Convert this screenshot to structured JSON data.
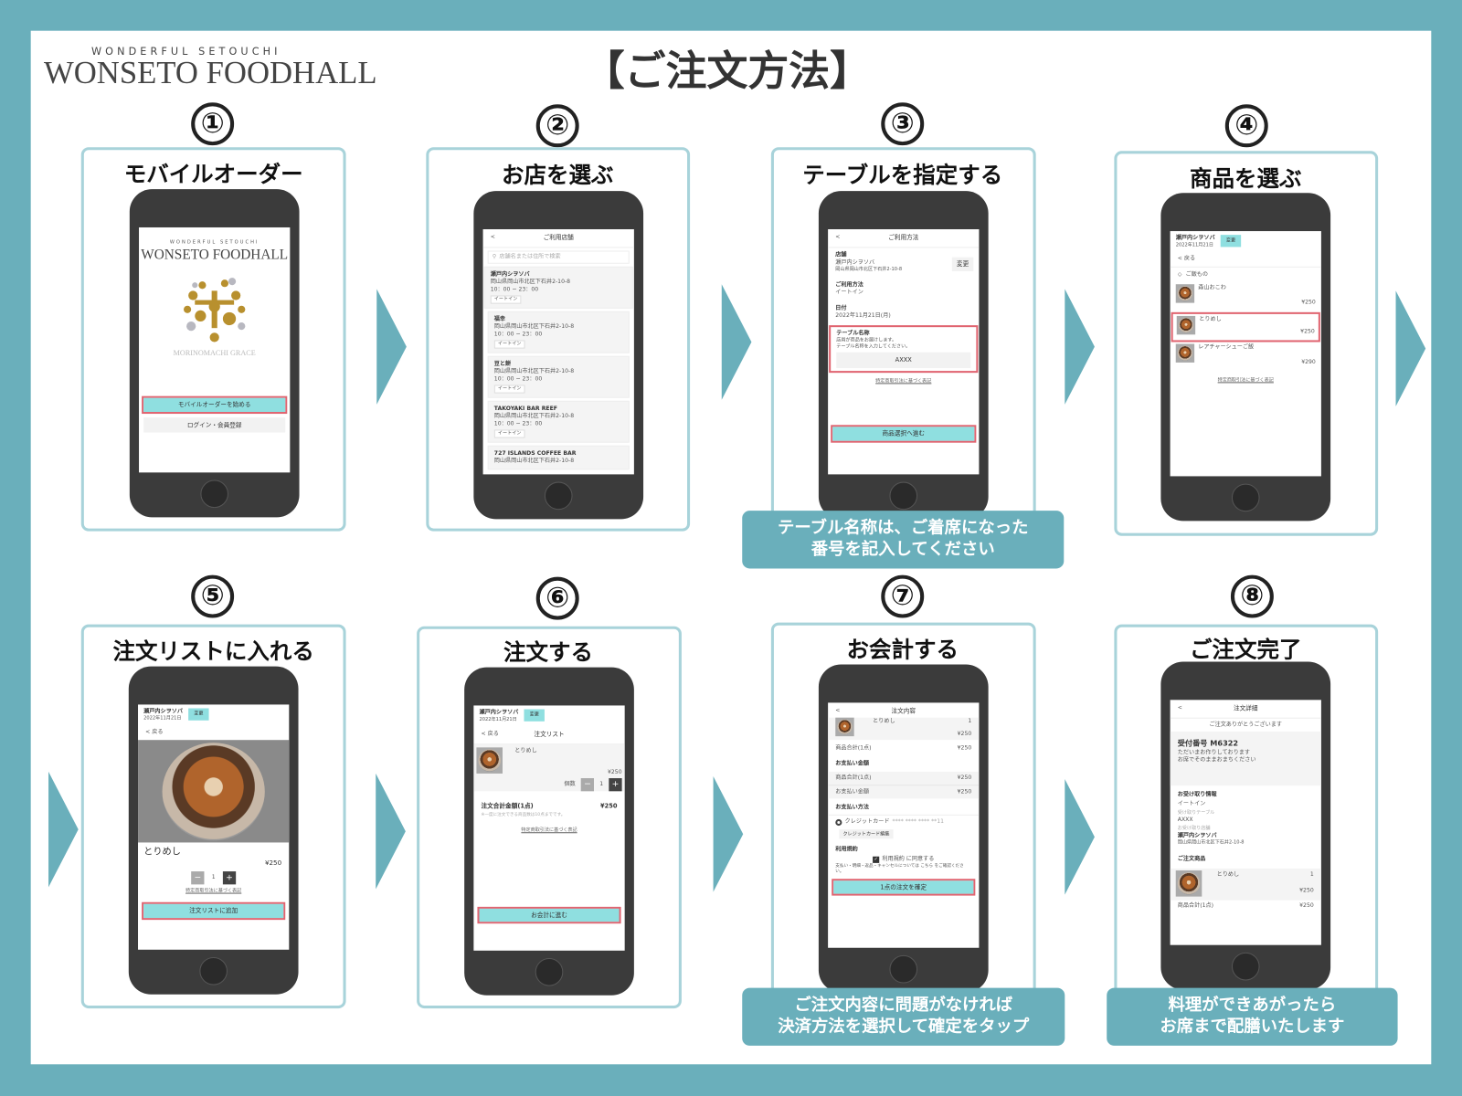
{
  "header": {
    "logo_sub": "WONDERFUL SETOUCHI",
    "logo_main": "WONSETO FOODHALL",
    "title": "【ご注文方法】"
  },
  "colors": {
    "frame": "#6aafbb",
    "card_border": "#a8d3da",
    "highlight": "#e06470",
    "button": "#8fdfe0",
    "phone": "#3b3b3b"
  },
  "steps": [
    {
      "number": "①",
      "title": "モバイルオーダー"
    },
    {
      "number": "②",
      "title": "お店を選ぶ"
    },
    {
      "number": "③",
      "title": "テーブルを指定する"
    },
    {
      "number": "④",
      "title": "商品を選ぶ"
    },
    {
      "number": "⑤",
      "title": "注文リストに入れる"
    },
    {
      "number": "⑥",
      "title": "注文する"
    },
    {
      "number": "⑦",
      "title": "お会計する"
    },
    {
      "number": "⑧",
      "title": "ご注文完了"
    }
  ],
  "callouts": {
    "step3": [
      "テーブル名称は、ご着席になった",
      "番号を記入してください"
    ],
    "step7": [
      "ご注文内容に問題がなければ",
      "決済方法を選択して確定をタップ"
    ],
    "step8": [
      "料理ができあがったら",
      "お席まで配膳いたします"
    ]
  },
  "common": {
    "shop": "瀬戸内シヲソバ",
    "date": "2022年11月21日",
    "change": "変更",
    "back": "< 戻る",
    "back_icon": "<",
    "legal": "特定商取引法に基づく表記",
    "address": "岡山県岡山市北区下石井2-10-8",
    "hours": "10：00 ~ 23：00",
    "eat_in": "イートイン",
    "item": "とりめし",
    "price": "¥250",
    "qty": "1",
    "minus": "−",
    "plus": "+"
  },
  "screen1": {
    "logo_sub": "WONDERFUL SETOUCHI",
    "logo_main": "WONSETO FOODHALL",
    "brand": "MORINOMACHI GRACE",
    "start": "モバイルオーダーを始める",
    "login": "ログイン・会員登録"
  },
  "screen2": {
    "title": "ご利用店舗",
    "search_placeholder": "店舗名または住所で検索",
    "stores": [
      "瀬戸内シヲソバ",
      "福幸",
      "豆と餅",
      "TAKOYAKI BAR REEF",
      "727 ISLANDS COFFEE BAR"
    ]
  },
  "screen3": {
    "title": "ご利用方法",
    "store_label": "店舗",
    "method_label": "ご利用方法",
    "date_label": "日付",
    "date": "2022年11月21日(月)",
    "table_label": "テーブル名称",
    "table_note1": "店員が商品をお届けします。",
    "table_note2": "テーブル名称を入力してください。",
    "table_value": "AXXX",
    "next": "商品選択へ進む"
  },
  "screen4": {
    "category": "ご飯もの",
    "items": [
      {
        "name": "森山おこわ",
        "price": "¥250"
      },
      {
        "name": "とりめし",
        "price": "¥250"
      },
      {
        "name": "レアチャーシューご飯",
        "price": "¥290"
      }
    ]
  },
  "screen5": {
    "add": "注文リストに追加"
  },
  "screen6": {
    "title": "注文リスト",
    "qty_label": "個数",
    "total_label": "注文合計金額(1点)",
    "total": "¥250",
    "note": "※一度に注文できる商品数は10点までです。",
    "next": "お会計に進む"
  },
  "screen7": {
    "title": "注文内容",
    "subtotal_label": "商品合計(1点)",
    "pay_amount_heading": "お支払い金額",
    "pay_amount_label": "お支払い金額",
    "pay_method_heading": "お支払い方法",
    "card": "クレジットカード",
    "card_mask": "**** **** **** **11",
    "card_edit": "クレジットカード編集",
    "terms_heading": "利用規約",
    "agree": "利用規約 に同意する",
    "terms_note": "支払い・明細・返品・キャンセルについては こちら をご確認ください。",
    "confirm": "1点の注文を確定"
  },
  "screen8": {
    "title": "注文詳細",
    "thanks": "ご注文ありがとうございます",
    "receipt": "受付番号 M6322",
    "status1": "ただいまお作りしております",
    "status2": "お席でそのままおまちください",
    "pickup_heading": "お受け取り情報",
    "table_label": "受け取りテーブル",
    "table_value": "AXXX",
    "store_label": "お受け取り店舗",
    "items_heading": "ご注文商品",
    "subtotal_label": "商品合計(1点)"
  }
}
